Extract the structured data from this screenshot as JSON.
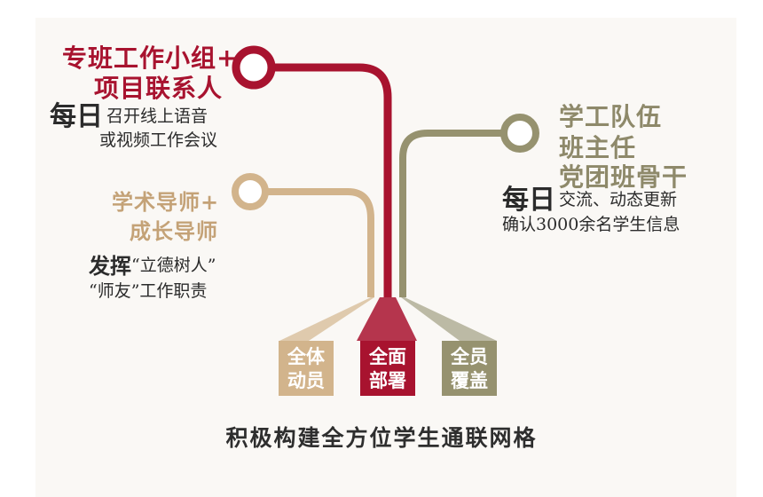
{
  "colors": {
    "red": "#a8132f",
    "sand": "#d4b78f",
    "olive": "#9a9677",
    "text_dark": "#2b2b2b"
  },
  "left_top": {
    "line1": "专班工作小组+",
    "line2": "项目联系人",
    "daily": "每日",
    "desc1": "召开线上语音",
    "desc2": "或视频工作会议"
  },
  "left_mid": {
    "line1": "学术导师+",
    "line2": "成长导师",
    "lead": "发挥",
    "desc1": "“立德树人”",
    "desc2": "“师友”工作职责"
  },
  "right": {
    "line1": "学工队伍",
    "line2": "班主任",
    "line3": "党团班骨干",
    "daily": "每日",
    "desc1": "交流、动态更新",
    "desc2": "确认3000余名学生信息"
  },
  "boxes": [
    {
      "line1": "全体",
      "line2": "动员",
      "color": "#d2b48c"
    },
    {
      "line1": "全面",
      "line2": "部署",
      "color": "#a8132f"
    },
    {
      "line1": "全员",
      "line2": "覆盖",
      "color": "#96926f"
    }
  ],
  "footer": "积极构建全方位学生通联网格"
}
